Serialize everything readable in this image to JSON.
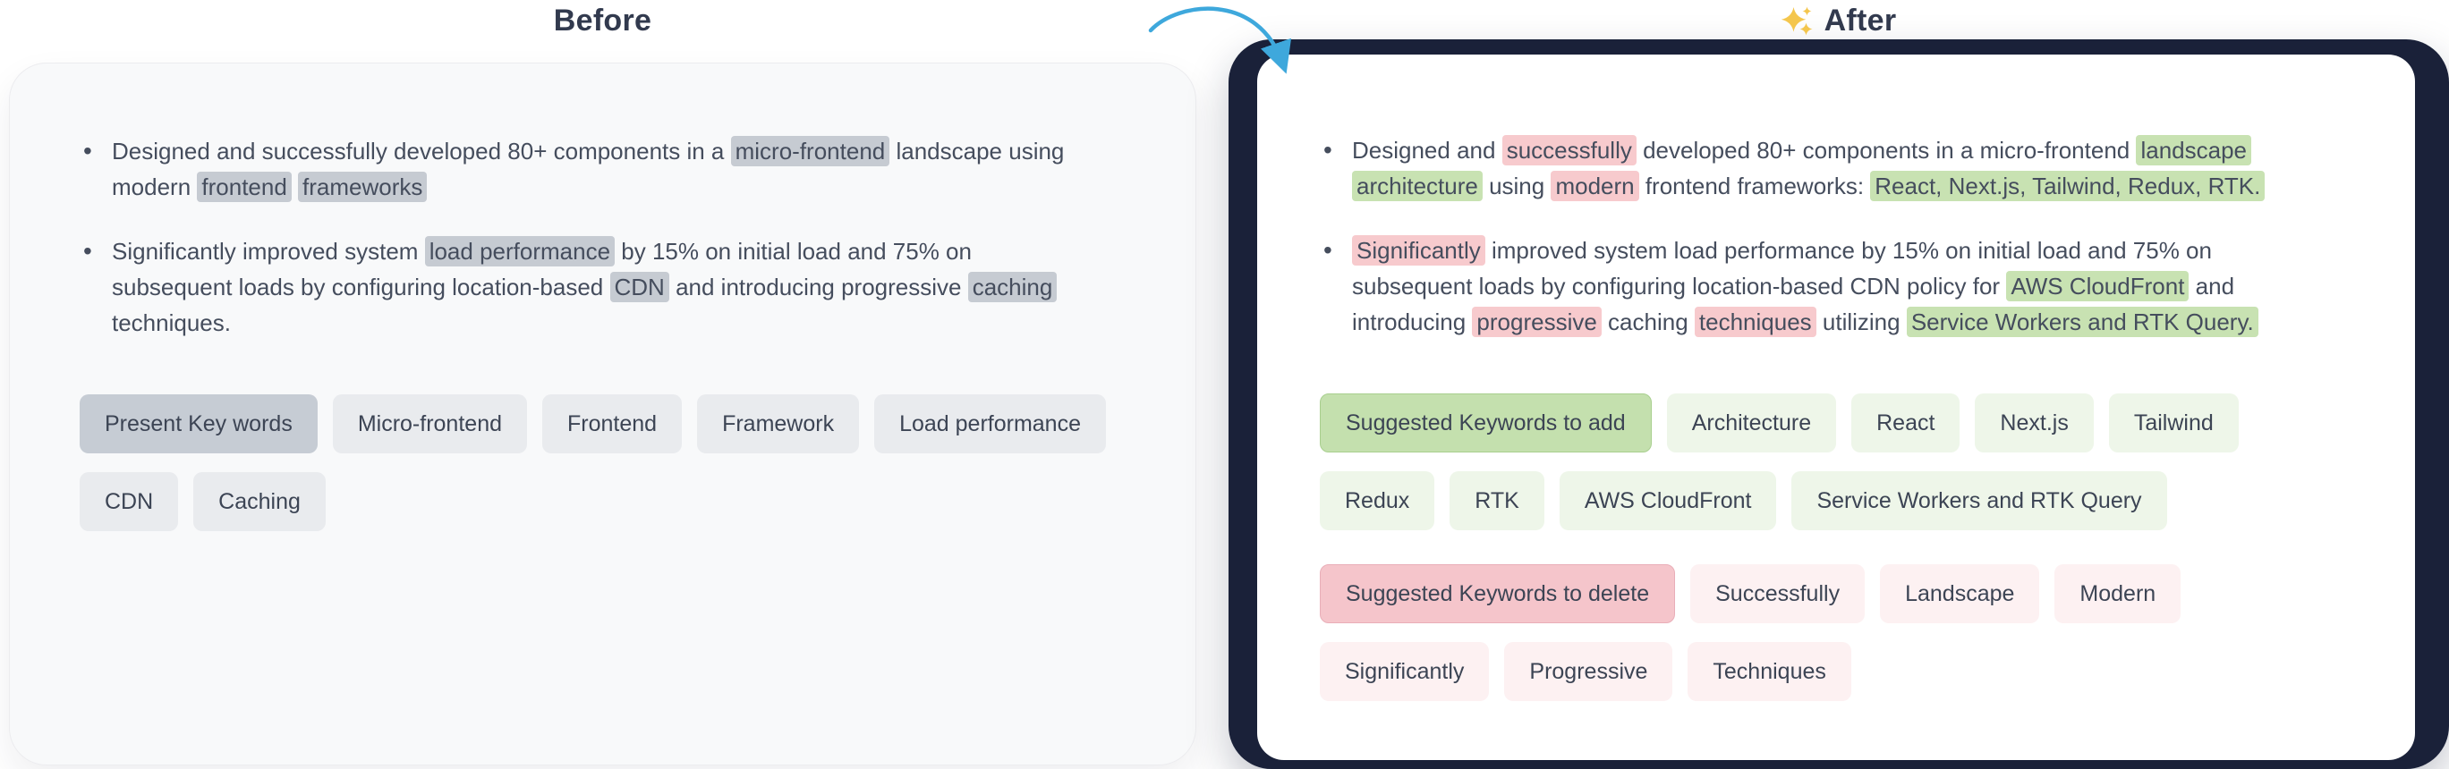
{
  "colors": {
    "page_background": "#ffffff",
    "before_card_background": "#f8f9fa",
    "after_frame_background": "#1a2139",
    "after_card_background": "#ffffff",
    "title_text": "#323a4e",
    "body_text": "#454d5d",
    "highlight_gray": "#c6cbd2",
    "highlight_green": "#c8e2b2",
    "highlight_red": "#f7cacd",
    "chip_gray": "#e9ebee",
    "chip_gray_header": "#c6ccd4",
    "chip_green": "#eef6e9",
    "chip_green_header": "#c4e0ae",
    "chip_red": "#fdf1f2",
    "chip_red_header": "#f5c5cb",
    "arrow_blue": "#3ea8dc",
    "sparkle_yellow": "#f4c64d"
  },
  "icons": {
    "arrow": "curved-arrow-icon",
    "sparkle": "sparkles-icon"
  },
  "before": {
    "title": "Before",
    "bullets": [
      {
        "segments": [
          {
            "text": "Designed and successfully developed 80+ components in a "
          },
          {
            "text": "micro-frontend",
            "highlight": "gray"
          },
          {
            "text": " landscape using\nmodern "
          },
          {
            "text": "frontend",
            "highlight": "gray"
          },
          {
            "text": " "
          },
          {
            "text": "frameworks",
            "highlight": "gray"
          }
        ]
      },
      {
        "segments": [
          {
            "text": "Significantly improved system "
          },
          {
            "text": "load performance",
            "highlight": "gray"
          },
          {
            "text": " by 15% on initial load and 75% on\nsubsequent loads by configuring location-based "
          },
          {
            "text": "CDN",
            "highlight": "gray"
          },
          {
            "text": " and introducing progressive "
          },
          {
            "text": "caching",
            "highlight": "gray"
          },
          {
            "text": "\ntechniques."
          }
        ]
      }
    ],
    "chip_rows": [
      {
        "chips": [
          {
            "label": "Present Key words",
            "variant": "gray-header"
          },
          {
            "label": "Micro-frontend",
            "variant": "gray"
          },
          {
            "label": "Frontend",
            "variant": "gray"
          },
          {
            "label": "Framework",
            "variant": "gray"
          },
          {
            "label": "Load performance",
            "variant": "gray"
          }
        ]
      },
      {
        "chips": [
          {
            "label": "CDN",
            "variant": "gray"
          },
          {
            "label": "Caching",
            "variant": "gray"
          }
        ]
      }
    ]
  },
  "after": {
    "title": "After",
    "bullets": [
      {
        "segments": [
          {
            "text": "Designed and "
          },
          {
            "text": "successfully",
            "highlight": "red"
          },
          {
            "text": " developed 80+ components in a micro-frontend "
          },
          {
            "text": "landscape\narchitecture",
            "highlight": "green"
          },
          {
            "text": " using "
          },
          {
            "text": "modern",
            "highlight": "red"
          },
          {
            "text": " frontend frameworks: "
          },
          {
            "text": "React, Next.js, Tailwind, Redux, RTK.",
            "highlight": "green"
          }
        ]
      },
      {
        "segments": [
          {
            "text": "Significantly",
            "highlight": "red"
          },
          {
            "text": " improved system load performance by 15% on initial load and 75% on\nsubsequent loads by configuring location-based CDN policy for "
          },
          {
            "text": "AWS CloudFront",
            "highlight": "green"
          },
          {
            "text": " and\nintroducing "
          },
          {
            "text": "progressive",
            "highlight": "red"
          },
          {
            "text": " caching "
          },
          {
            "text": "techniques",
            "highlight": "red"
          },
          {
            "text": " utilizing "
          },
          {
            "text": "Service Workers and RTK Query.",
            "highlight": "green"
          }
        ]
      }
    ],
    "chip_rows": [
      {
        "chips": [
          {
            "label": "Suggested Keywords to add",
            "variant": "green-header"
          },
          {
            "label": "Architecture",
            "variant": "green"
          },
          {
            "label": "React",
            "variant": "green"
          },
          {
            "label": "Next.js",
            "variant": "green"
          },
          {
            "label": "Tailwind",
            "variant": "green"
          }
        ]
      },
      {
        "chips": [
          {
            "label": "Redux",
            "variant": "green"
          },
          {
            "label": "RTK",
            "variant": "green"
          },
          {
            "label": "AWS CloudFront",
            "variant": "green"
          },
          {
            "label": "Service Workers and RTK Query",
            "variant": "green"
          }
        ]
      },
      {
        "spacing": "large",
        "chips": [
          {
            "label": "Suggested Keywords to delete",
            "variant": "red-header"
          },
          {
            "label": "Successfully",
            "variant": "red"
          },
          {
            "label": "Landscape",
            "variant": "red"
          },
          {
            "label": "Modern",
            "variant": "red"
          }
        ]
      },
      {
        "chips": [
          {
            "label": "Significantly",
            "variant": "red"
          },
          {
            "label": "Progressive",
            "variant": "red"
          },
          {
            "label": "Techniques",
            "variant": "red"
          }
        ]
      }
    ]
  }
}
